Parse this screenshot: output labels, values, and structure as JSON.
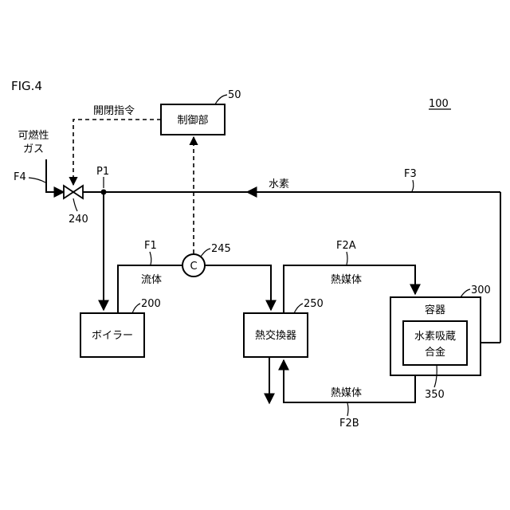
{
  "figure_label": "FIG.4",
  "system_ref": "100",
  "components": {
    "controller": {
      "label": "制御部",
      "ref": "50"
    },
    "boiler": {
      "label": "ボイラー",
      "ref": "200"
    },
    "heat_exchanger": {
      "label": "熱交換器",
      "ref": "250"
    },
    "container": {
      "label": "容器",
      "ref": "300"
    },
    "hydrogen_alloy": {
      "label_line1": "水素吸蔵",
      "label_line2": "合金",
      "ref": "350"
    },
    "valve": {
      "ref": "240"
    },
    "sensor": {
      "symbol": "C",
      "ref": "245"
    }
  },
  "flows": {
    "flammable_gas_line1": "可燃性",
    "flammable_gas_line2": "ガス",
    "f4": "F4",
    "p1": "P1",
    "f3": "F3",
    "hydrogen": "水素",
    "f1": "F1",
    "fluid": "流体",
    "f2a": "F2A",
    "heat_medium_top": "熱媒体",
    "heat_medium_bottom": "熱媒体",
    "f2b": "F2B",
    "open_close_command": "開閉指令"
  }
}
